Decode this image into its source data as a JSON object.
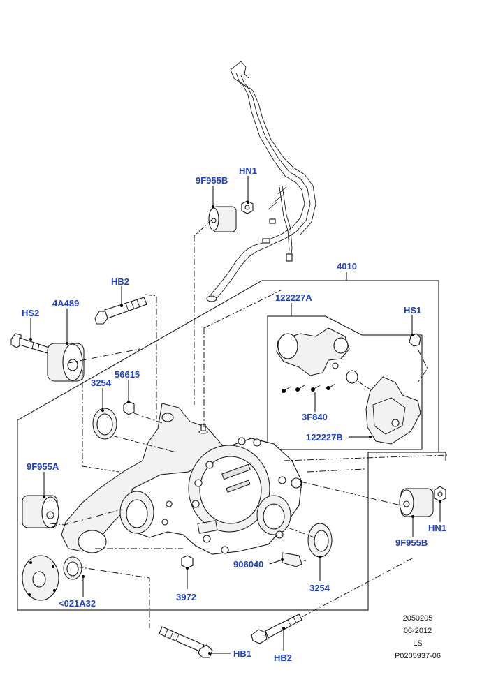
{
  "labels": {
    "hn1_top": "HN1",
    "f955b_top": "9F955B",
    "a4010": "4010",
    "hb2_top": "HB2",
    "a4a489": "4A489",
    "hs2": "HS2",
    "a122227a": "122227A",
    "hs1": "HS1",
    "a56615": "56615",
    "a3254_left": "3254",
    "a3f840": "3F840",
    "a122227b": "122227B",
    "f955a": "9F955A",
    "hn1_right": "HN1",
    "f955b_right": "9F955B",
    "a906040": "906040",
    "a021a32": "<021A32",
    "a3972": "3972",
    "a3254_right": "3254",
    "hb1": "HB1",
    "hb2_bottom": "HB2"
  },
  "meta": {
    "line1": "2050205",
    "line2": "06-2012",
    "line3": "LS",
    "line4": "P0205937-06"
  }
}
